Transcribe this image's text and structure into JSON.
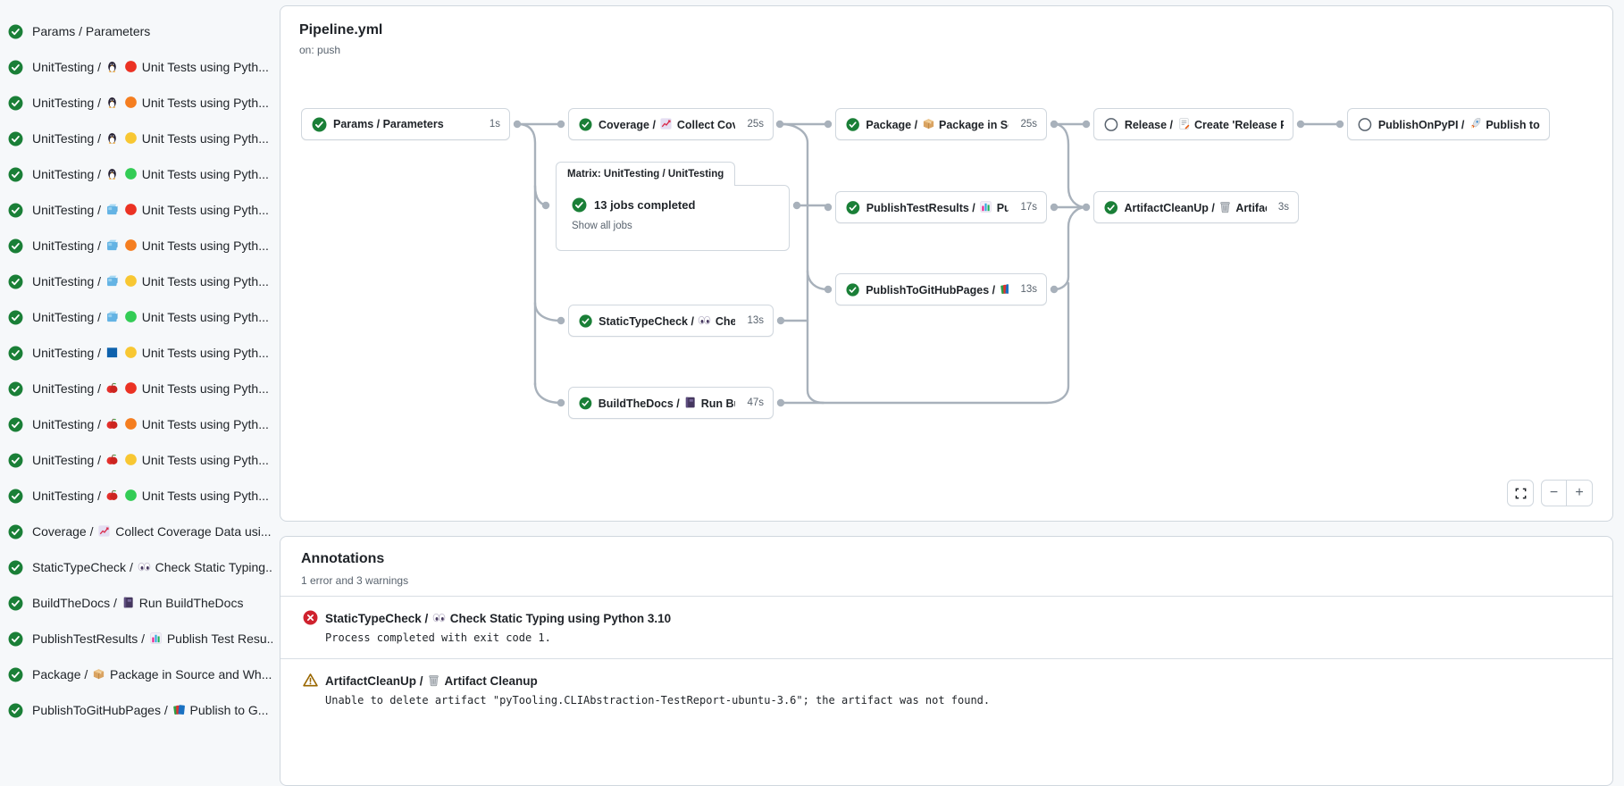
{
  "colors": {
    "success": "#1a7f37",
    "error": "#cf222e",
    "warning": "#9a6700",
    "border": "#d0d7de",
    "edge": "#a8b1bb",
    "muted": "#59636e"
  },
  "sidebar": {
    "items": [
      {
        "status": "success",
        "label": "Params / Parameters"
      },
      {
        "status": "success",
        "label": "UnitTesting / {linux} {dot-red} Unit Tests using Pyth..."
      },
      {
        "status": "success",
        "label": "UnitTesting / {linux} {dot-orange} Unit Tests using Pyth..."
      },
      {
        "status": "success",
        "label": "UnitTesting / {linux} {dot-yellow} Unit Tests using Pyth..."
      },
      {
        "status": "success",
        "label": "UnitTesting / {linux} {dot-green} Unit Tests using Pyth..."
      },
      {
        "status": "success",
        "label": "UnitTesting / {freebsd} {dot-red} Unit Tests using Pyth..."
      },
      {
        "status": "success",
        "label": "UnitTesting / {freebsd} {dot-orange} Unit Tests using Pyth..."
      },
      {
        "status": "success",
        "label": "UnitTesting / {freebsd} {dot-yellow} Unit Tests using Pyth..."
      },
      {
        "status": "success",
        "label": "UnitTesting / {freebsd} {dot-green} Unit Tests using Pyth..."
      },
      {
        "status": "success",
        "label": "UnitTesting / {windows} {dot-yellow} Unit Tests using Pyth..."
      },
      {
        "status": "success",
        "label": "UnitTesting / {apple} {dot-red} Unit Tests using Pyth..."
      },
      {
        "status": "success",
        "label": "UnitTesting / {apple} {dot-orange} Unit Tests using Pyth..."
      },
      {
        "status": "success",
        "label": "UnitTesting / {apple} {dot-yellow} Unit Tests using Pyth..."
      },
      {
        "status": "success",
        "label": "UnitTesting / {apple} {dot-green} Unit Tests using Pyth..."
      },
      {
        "status": "success",
        "label": "Coverage / {chart} Collect Coverage Data usi..."
      },
      {
        "status": "success",
        "label": "StaticTypeCheck / {eyes} Check Static Typing..."
      },
      {
        "status": "success",
        "label": "BuildTheDocs / {book} Run BuildTheDocs"
      },
      {
        "status": "success",
        "label": "PublishTestResults / {barchart} Publish Test Resu..."
      },
      {
        "status": "success",
        "label": "Package / {package} Package in Source and Wh..."
      },
      {
        "status": "success",
        "label": "PublishToGitHubPages / {books} Publish to G..."
      }
    ]
  },
  "pipeline": {
    "title": "Pipeline.yml",
    "trigger": "on: push",
    "matrix": {
      "title": "Matrix: UnitTesting / UnitTesting",
      "status_text": "13 jobs completed",
      "link": "Show all jobs"
    },
    "nodes": [
      {
        "id": "params",
        "status": "success",
        "label": "Params / Parameters",
        "duration": "1s"
      },
      {
        "id": "coverage",
        "status": "success",
        "label": "Coverage / {chart} Collect Cove...",
        "duration": "25s"
      },
      {
        "id": "package",
        "status": "success",
        "label": "Package / {package} Package in So...",
        "duration": "25s"
      },
      {
        "id": "release",
        "status": "skipped",
        "label": "Release / {memo} Create 'Release P...",
        "duration": ""
      },
      {
        "id": "publishonpypi",
        "status": "skipped",
        "label": "PublishOnPyPI / {rocket} Publish to ...",
        "duration": ""
      },
      {
        "id": "publishtestresults",
        "status": "success",
        "label": "PublishTestResults / {barchart} Pu...",
        "duration": "17s"
      },
      {
        "id": "artifactcleanup",
        "status": "success",
        "label": "ArtifactCleanUp / {trash} Artifac...",
        "duration": "3s"
      },
      {
        "id": "publishtogithubpages",
        "status": "success",
        "label": "PublishToGitHubPages / {books} ...",
        "duration": "13s"
      },
      {
        "id": "statictypecheck",
        "status": "success",
        "label": "StaticTypeCheck / {eyes} Chec...",
        "duration": "13s"
      },
      {
        "id": "buildthedocs",
        "status": "success",
        "label": "BuildTheDocs / {book} Run Buil...",
        "duration": "47s"
      }
    ],
    "controls": {
      "zoom_out": "−",
      "zoom_in": "+"
    }
  },
  "annotations": {
    "title": "Annotations",
    "summary": "1 error and 3 warnings",
    "items": [
      {
        "type": "error",
        "title": "StaticTypeCheck / {eyes} Check Static Typing using Python 3.10",
        "detail": "Process completed with exit code 1."
      },
      {
        "type": "warning",
        "title": "ArtifactCleanUp / {trash} Artifact Cleanup",
        "detail": "Unable to delete artifact \"pyTooling.CLIAbstraction-TestReport-ubuntu-3.6\"; the artifact was not found."
      }
    ]
  }
}
